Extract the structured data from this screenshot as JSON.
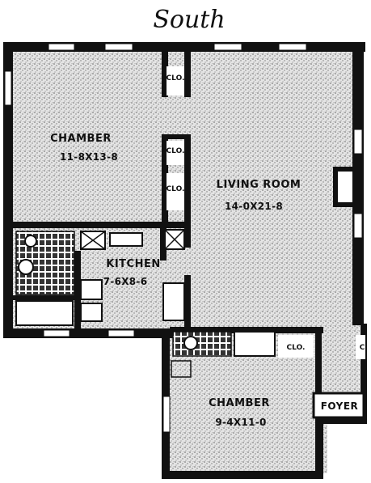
{
  "title": "South",
  "rooms": {
    "chamber_1": {
      "name": "CHAMBER",
      "dims": "11-8X13-8"
    },
    "living_room": {
      "name": "LIVING ROOM",
      "dims": "14-0X21-8"
    },
    "kitchen": {
      "name": "KITCHEN",
      "dims": "7-6X8-6"
    },
    "chamber_2": {
      "name": "CHAMBER",
      "dims": "9-4X11-0"
    },
    "foyer": {
      "name": "FOYER"
    }
  },
  "closets": {
    "label": "CLO.",
    "label_short": "C"
  },
  "colors": {
    "wall": "#111111",
    "floor_speckle": "#9a9a9a",
    "background": "#ffffff"
  }
}
